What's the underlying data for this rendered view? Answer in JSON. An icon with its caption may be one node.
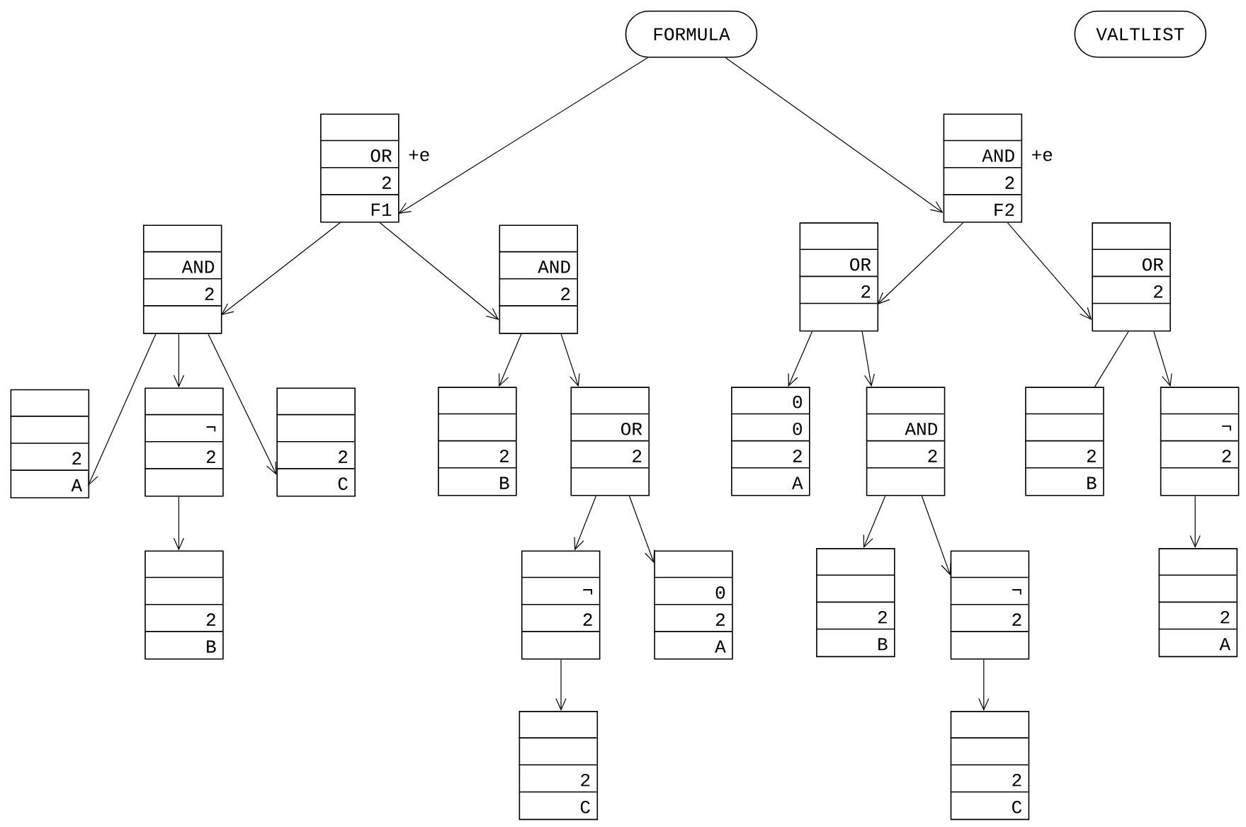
{
  "diagram": {
    "nodes": [
      {
        "text": [
          "FORMULA"
        ]
      },
      {
        "text": [
          "VALTLIST"
        ]
      },
      {
        "text": [
          "OR",
          "2",
          "F1"
        ],
        "beside": [
          "+e"
        ]
      },
      {
        "text": [
          "AND",
          "2",
          "F2"
        ],
        "beside": [
          "+e"
        ]
      },
      {
        "text": [
          "AND",
          "2"
        ]
      },
      {
        "text": [
          "AND",
          "2"
        ]
      },
      {
        "text": [
          "OR",
          "2"
        ]
      },
      {
        "text": [
          "OR",
          "2"
        ]
      },
      {
        "text": [
          "2",
          "A"
        ]
      },
      {
        "text": [
          "¬",
          "2"
        ]
      },
      {
        "text": [
          "2",
          "C"
        ]
      },
      {
        "text": [
          "2",
          "B"
        ]
      },
      {
        "text": [
          "OR",
          "2"
        ]
      },
      {
        "text": [
          "0",
          "0",
          "2",
          "A"
        ]
      },
      {
        "text": [
          "AND",
          "2"
        ]
      },
      {
        "text": [
          "2",
          "B"
        ]
      },
      {
        "text": [
          "¬",
          "2"
        ]
      },
      {
        "text": [
          "2",
          "B"
        ]
      },
      {
        "text": [
          "¬",
          "2"
        ]
      },
      {
        "text": [
          "0",
          "2",
          "A"
        ]
      },
      {
        "text": [
          "2",
          "B"
        ]
      },
      {
        "text": [
          "¬",
          "2"
        ]
      },
      {
        "text": [
          "2",
          "A"
        ]
      },
      {
        "text": [
          "2",
          "C"
        ]
      },
      {
        "text": [
          "2",
          "C"
        ]
      }
    ],
    "edges": [
      {
        "from": 0,
        "to": 2,
        "arrow": "to"
      },
      {
        "from": 0,
        "to": 3,
        "arrow": "to"
      },
      {
        "from": 2,
        "to": 4,
        "arrow": "to"
      },
      {
        "from": 2,
        "to": 5,
        "arrow": "to"
      },
      {
        "from": 3,
        "to": 6,
        "arrow": "to"
      },
      {
        "from": 3,
        "to": 7,
        "arrow": "to"
      },
      {
        "from": 4,
        "to": 8,
        "arrow": "to"
      },
      {
        "from": 4,
        "to": 9,
        "arrow": "to"
      },
      {
        "from": 4,
        "to": 10,
        "arrow": "to"
      },
      {
        "from": 5,
        "to": 11,
        "arrow": "to"
      },
      {
        "from": 5,
        "to": 12,
        "arrow": "to"
      },
      {
        "from": 6,
        "to": 13,
        "arrow": "to"
      },
      {
        "from": 6,
        "to": 14,
        "arrow": "to"
      },
      {
        "from": 7,
        "to": 15,
        "arrow": "none"
      },
      {
        "from": 7,
        "to": 16,
        "arrow": "to"
      },
      {
        "from": 9,
        "to": 17,
        "arrow": "to"
      },
      {
        "from": 12,
        "to": 18,
        "arrow": "to"
      },
      {
        "from": 12,
        "to": 19,
        "arrow": "to"
      },
      {
        "from": 14,
        "to": 20,
        "arrow": "to"
      },
      {
        "from": 14,
        "to": 21,
        "arrow": "to"
      },
      {
        "from": 16,
        "to": 22,
        "arrow": "to"
      },
      {
        "from": 18,
        "to": 23,
        "arrow": "to"
      },
      {
        "from": 21,
        "to": 24,
        "arrow": "to"
      }
    ]
  }
}
